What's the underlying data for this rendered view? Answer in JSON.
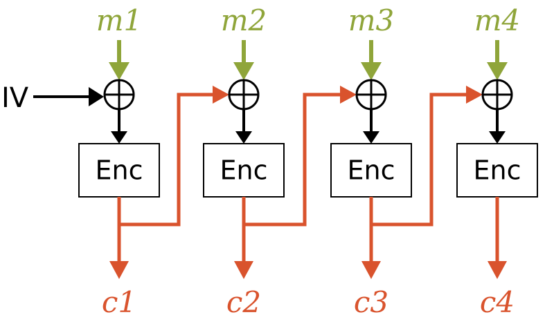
{
  "iv_label": "IV",
  "blocks": [
    {
      "message": "m1",
      "cipher_label": "Enc",
      "ciphertext": "c1"
    },
    {
      "message": "m2",
      "cipher_label": "Enc",
      "ciphertext": "c2"
    },
    {
      "message": "m3",
      "cipher_label": "Enc",
      "ciphertext": "c3"
    },
    {
      "message": "m4",
      "cipher_label": "Enc",
      "ciphertext": "c4"
    }
  ],
  "colors": {
    "message": "#8fa53a",
    "chain": "#d9532d",
    "line": "#000000"
  },
  "icons": {
    "xor": "xor-circle-plus-icon"
  }
}
